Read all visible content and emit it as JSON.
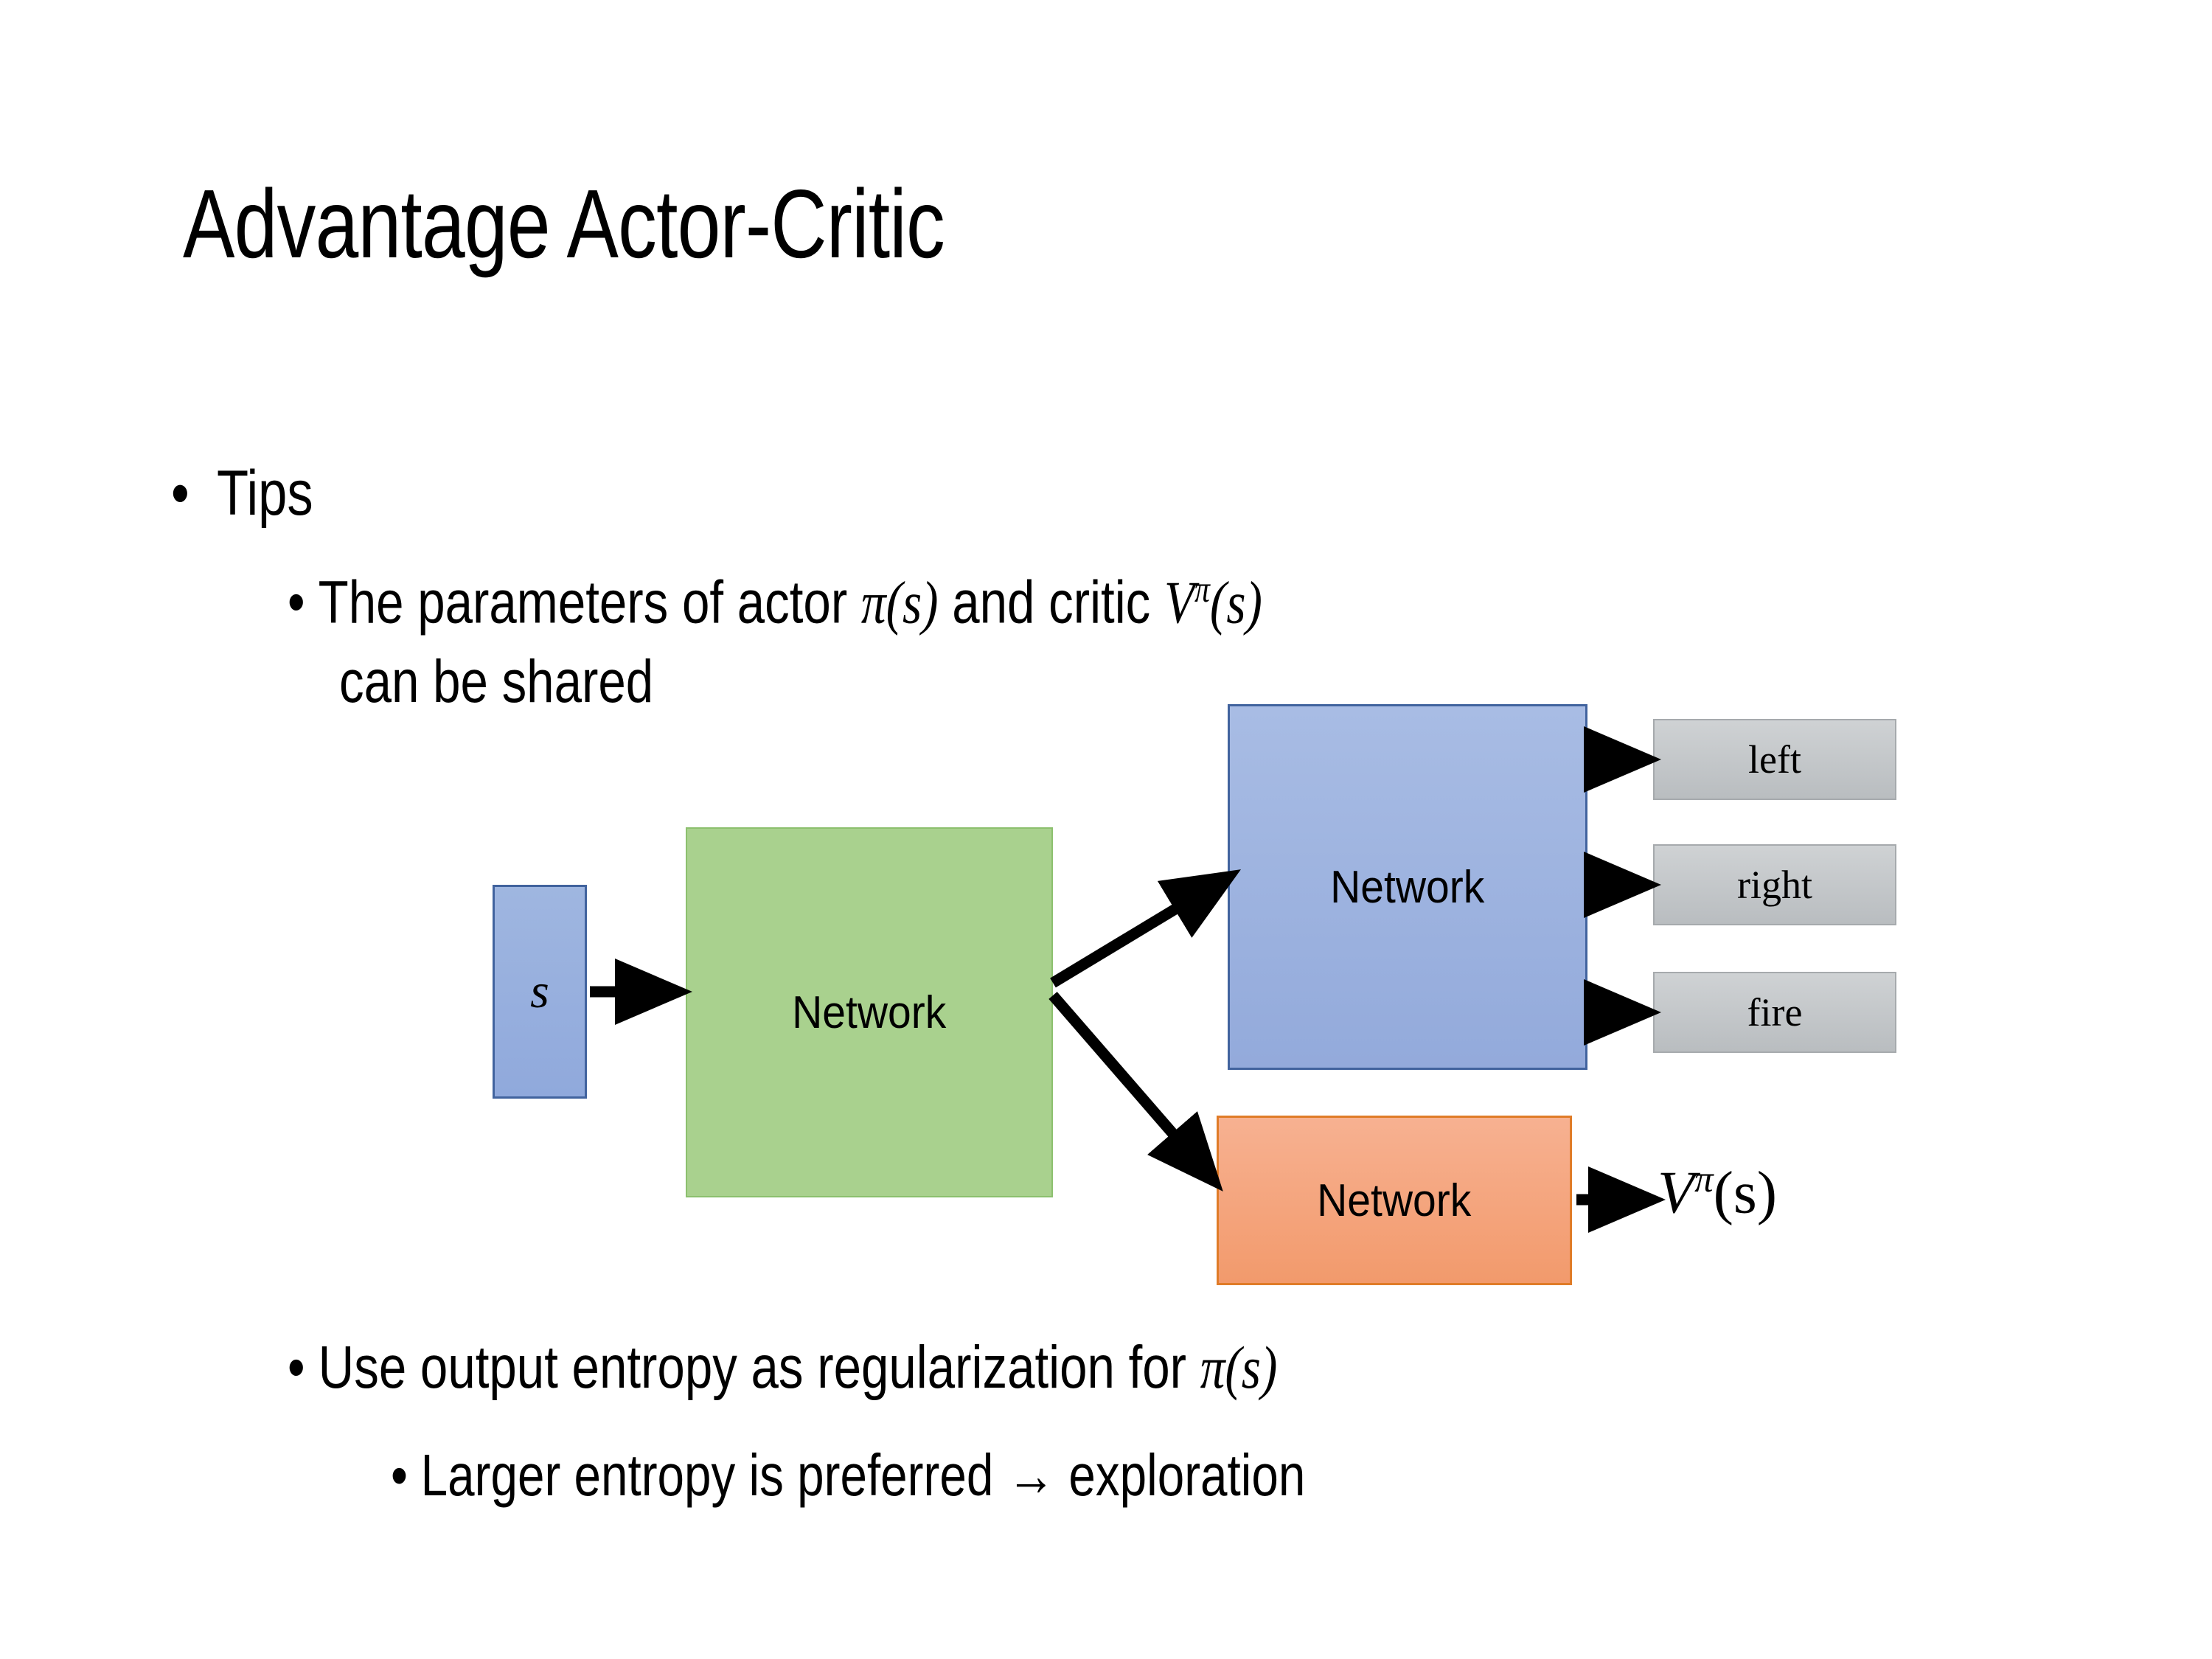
{
  "slide": {
    "title": "Advantage Actor-Critic",
    "background": "#ffffff"
  },
  "bullets": {
    "tips": {
      "marker": "•",
      "text": "Tips"
    },
    "shared_params": {
      "marker": "•",
      "line1_pre": "The parameters of actor ",
      "math_actor": "π(s)",
      "line1_mid": "  and critic ",
      "math_critic_base": "V",
      "math_critic_sup": "π",
      "math_critic_arg": "(s)",
      "line2": "can be shared"
    },
    "entropy": {
      "marker": "•",
      "pre": "Use output entropy as regularization for ",
      "math": "π(s)"
    },
    "larger": {
      "marker": "•",
      "text": "Larger entropy is preferred → exploration"
    }
  },
  "diagram": {
    "input_box": {
      "label": "s",
      "fill": "#97aedd",
      "border": "#41639e"
    },
    "shared_network": {
      "label": "Network",
      "fill": "#a9d18e",
      "border": "#8cc06e"
    },
    "actor_network": {
      "label": "Network",
      "fill": "#9db4dc",
      "border": "#41639e"
    },
    "critic_network": {
      "label": "Network",
      "fill": "#f5a77e",
      "border": "#e07c28"
    },
    "action_outputs": [
      {
        "label": "left"
      },
      {
        "label": "right"
      },
      {
        "label": "fire"
      }
    ],
    "value_output": {
      "base": "V",
      "sup": "π",
      "arg": "(s)"
    },
    "arrow_color": "#000000"
  }
}
